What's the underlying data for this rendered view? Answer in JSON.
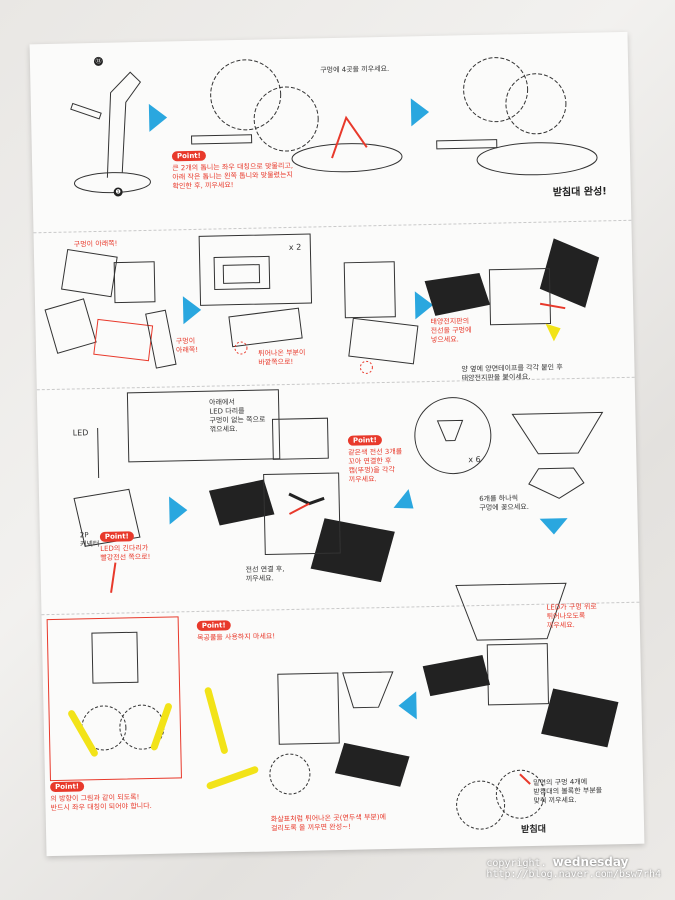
{
  "step1": {
    "instruction": "구멍에 4곳을 끼우세요.",
    "point_label": "Point!",
    "point_text": "큰 2개의 톱니는 좌우 대칭으로 맞물리고,\n아래 작은 톱니는 왼쪽 톱니와 맞물렸는지\n확인한 후, 끼우세요!",
    "complete": "받침대 완성!"
  },
  "step2": {
    "hole_up": "구멍이 아래쪽!",
    "hole_down": "구멍이\n아래쪽!",
    "x2": "x 2",
    "protrude": "튀어나온 부분이\n바깥쪽으로!",
    "solar_wire": "태양전지판의\n전선을 구멍에\n넣으세요.",
    "tape": "양 옆에 양면테이프를 각각 붙인 후\n태양전지판을 붙이세요."
  },
  "step3": {
    "led": "LED",
    "led_legs": "아래에서\nLED 다리를\n구멍이 없는 쪽으로\n꺾으세요.",
    "connector": "2P\n커넥터",
    "point_label": "Point!",
    "point_text": "LED의 긴다리가\n빨강전선 쪽으로!",
    "point2_label": "Point!",
    "point2_text": "같은색 전선 3개를\n꼬아 연결한 후\n캡(뚜껑)을 각각\n끼우세요.",
    "wire_done": "전선 연결 후,\n끼우세요.",
    "x6": "x 6",
    "six_pieces": "6개를 하나씩\n구멍에 꽂으세요."
  },
  "step4": {
    "led_hole": "LED가 구멍 위로\n튀어나오도록\n끼우세요.",
    "point_label": "Point!",
    "point_text": "목공풀을 사용하지 마세요!",
    "bottom_label": "Point!",
    "bottom_text": "의 방향이 그림과 같이 되도록!\n반드시 좌우 대칭이 되어야 합니다.",
    "final_text": "화살표처럼 튀어나온 곳(연두색 부분)에\n걸리도록      을 끼우면 완성~!",
    "base_holes": "밑면의 구멍 4개에\n받침대의 볼록한 부분을\n맞춰 끼우세요.",
    "base_label": "받침대"
  },
  "watermark": {
    "copyright": "copyright.",
    "author": "wednesday",
    "url": "http://blog.naver.com/bsw7rh4"
  },
  "colors": {
    "accent": "#e8392b",
    "arrow": "#2aa7df",
    "part": "#f2e318"
  }
}
